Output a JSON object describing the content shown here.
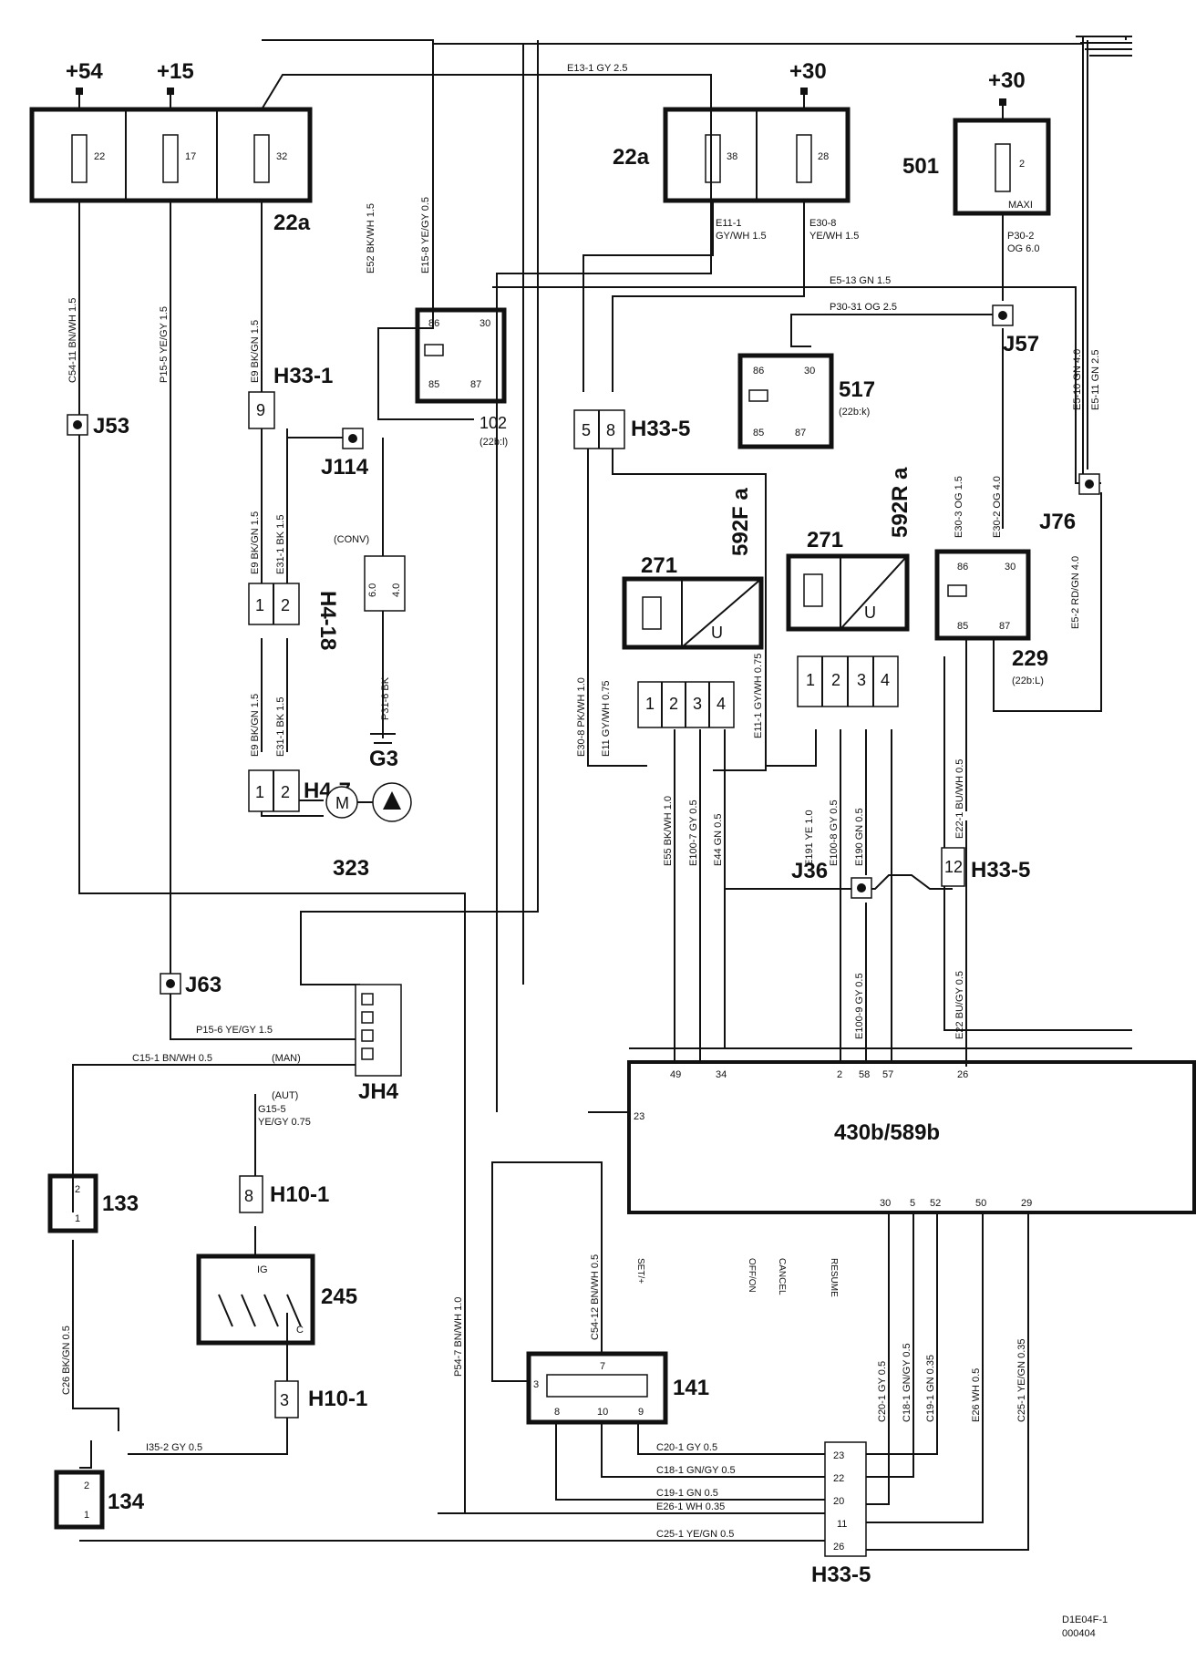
{
  "supplies": {
    "p54": "+54",
    "p15": "+15",
    "p30a": "+30",
    "p30b": "+30"
  },
  "fuses": {
    "f22": "22",
    "f17": "17",
    "f32": "32",
    "f38": "38",
    "f28": "28",
    "f2": "2",
    "box22a_1": "22a",
    "box22a_2": "22a",
    "box501": "501",
    "maxi": "MAXI"
  },
  "components": {
    "r102": "102",
    "r102_sub": "(22b:l)",
    "r517": "517",
    "r517_sub": "(22b:k)",
    "r229": "229",
    "r229_sub": "(22b:L)",
    "c271a": "271",
    "c592a": "592F a",
    "c271b": "271",
    "c592b": "592R a",
    "ecu": "430b/589b",
    "c323": "323",
    "c133": "133",
    "c134": "134",
    "c141": "141",
    "c245": "245",
    "ig": "IG",
    "c_label": "C",
    "motor": "M",
    "g3": "G3",
    "jh4": "JH4",
    "conv": "(CONV)",
    "man": "(MAN)",
    "aut": "(AUT)",
    "ref1": "D1E04F-1",
    "ref2": "000404"
  },
  "connectors": {
    "h33_1": "H33-1",
    "h33_5a": "H33-5",
    "h33_5b": "H33-5",
    "h33_5c": "H33-5",
    "h4_18": "H4-18",
    "h4_7": "H4-7",
    "h10_1a": "H10-1",
    "h10_1b": "H10-1",
    "j53": "J53",
    "j114": "J114",
    "j57": "J57",
    "j76": "J76",
    "j36": "J36",
    "j63": "J63"
  },
  "relay_pins": {
    "p86": "86",
    "p30": "30",
    "p85": "85",
    "p87": "87"
  },
  "wires": {
    "e13": "E13-1   GY   2.5",
    "c54_11": "C54-11   BN/WH   1.5",
    "p15_5": "P15-5   YE/GY   1.5",
    "e9": "E9   BK/GN   1.5",
    "e52": "E52   BK/WH   1.5",
    "e15_8": "E15-8   YE/GY   0.5",
    "e11_1": "E11-1",
    "e11_1b": "GY/WH     1.5",
    "e30_8": "E30-8",
    "e30_8b": "YE/WH     1.5",
    "p30_2": "P30-2",
    "p30_2b": "OG    6.0",
    "e5_13": "E5-13   GN   1.5",
    "p30_31": "P30-31   OG   2.5",
    "e5_10": "E5-10   GN   4.0",
    "e5_11": "E5-11   GN   2.5",
    "e30_3": "E30-3   OG   1.5",
    "e30_2": "E30-2   OG   4.0",
    "e5_2": "E5-2   RD/GN   4.0",
    "e31_1": "E31-1   BK   1.5",
    "p31_6": "P31-6   BK",
    "e30_8v": "E30-8   PK/WH   1.0",
    "e11v": "E11   GY/WH   0.75",
    "e11_1v": "E11-1   GY/WH   0.75",
    "e55": "E55   BK/WH   1.0",
    "e100_7": "E100-7   GY   0.5",
    "e44": "E44   GN   0.5",
    "e191": "E191   YE   1.0",
    "e100_8": "E100-8   GY   0.5",
    "e190": "E190   GN   0.5",
    "e22_1": "E22-1   BU/WH   0.5",
    "e100_9": "E100-9   GY   0.5",
    "e22": "E22   BU/GY   0.5",
    "p15_6": "P15-6    YE/GY     1.5",
    "c15_1": "C15-1   BN/WH   0.5",
    "g15_5": "G15-5",
    "g15_5b": "YE/GY   0.75",
    "c26": "C26   BK/GN   0.5",
    "i35_2": "I35-2    GY    0.5",
    "p54_7": "P54-7   BN/WH   1.0",
    "c54_12": "C54-12   BN/WH   0.5",
    "c20_1v": "C20-1   GY   0.5",
    "c18_1v": "C18-1   GN/GY   0.5",
    "c19_1v": "C19-1   GN   0.35",
    "e26v": "E26   WH   0.5",
    "c25_1v": "C25-1   YE/GN   0.35",
    "c20_1": "C20-1    GY        0.5",
    "c18_1": "C18-1    GN/GY     0.5",
    "c19_1": "C19-1    GN        0.5",
    "e26_1": "E26-1    WH        0.35",
    "c25_1": "C25-1    YE/GN     0.5"
  },
  "ecu_pins": {
    "p49": "49",
    "p34": "34",
    "p2": "2",
    "p58": "58",
    "p57": "57",
    "p26": "26",
    "p23": "23",
    "p30": "30",
    "p5": "5",
    "p52": "52",
    "p50": "50",
    "p29": "29"
  },
  "switch_labels": {
    "set": "SET/+",
    "off": "OFF/ON",
    "cancel": "CANCEL",
    "resume": "RESUME"
  },
  "numbers": {
    "n1": "1",
    "n2": "2",
    "n3": "3",
    "n4": "4",
    "n5": "5",
    "n7": "7",
    "n8": "8",
    "n9": "9",
    "n10": "10",
    "n11": "11",
    "n12": "12",
    "n20": "20",
    "n22": "22",
    "n23": "23",
    "n26": "26",
    "w60": "6.0",
    "w40": "4.0",
    "u": "U",
    "wh": "WH",
    "gy": "GY",
    "bk": "BK"
  }
}
